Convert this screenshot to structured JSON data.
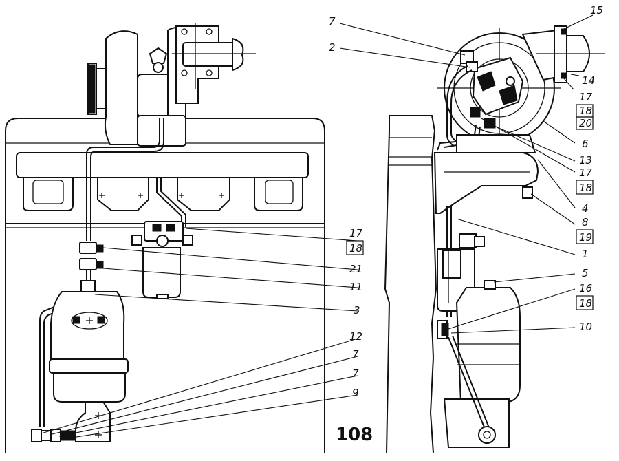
{
  "figure_number": "108",
  "left_view": {
    "callouts": [
      {
        "id": "l17",
        "text": "17"
      },
      {
        "id": "l18",
        "text": "18",
        "boxed": true
      },
      {
        "id": "l21",
        "text": "21"
      },
      {
        "id": "l11",
        "text": "11"
      },
      {
        "id": "l3",
        "text": "3"
      },
      {
        "id": "l12",
        "text": "12"
      },
      {
        "id": "l7a",
        "text": "7"
      },
      {
        "id": "l7b",
        "text": "7"
      },
      {
        "id": "l9",
        "text": "9"
      }
    ]
  },
  "right_view": {
    "callouts": [
      {
        "id": "r7",
        "text": "7"
      },
      {
        "id": "r2",
        "text": "2"
      },
      {
        "id": "r15",
        "text": "15"
      },
      {
        "id": "r14",
        "text": "14"
      },
      {
        "id": "r17a",
        "text": "17"
      },
      {
        "id": "r18a",
        "text": "18",
        "boxed": true
      },
      {
        "id": "r20",
        "text": "20",
        "boxed": true
      },
      {
        "id": "r6",
        "text": "6"
      },
      {
        "id": "r13",
        "text": "13"
      },
      {
        "id": "r17b",
        "text": "17"
      },
      {
        "id": "r18b",
        "text": "18",
        "boxed": true
      },
      {
        "id": "r4",
        "text": "4"
      },
      {
        "id": "r8",
        "text": "8"
      },
      {
        "id": "r19",
        "text": "19",
        "boxed": true
      },
      {
        "id": "r1",
        "text": "1"
      },
      {
        "id": "r5",
        "text": "5"
      },
      {
        "id": "r16",
        "text": "16"
      },
      {
        "id": "r18c",
        "text": "18",
        "boxed": true
      },
      {
        "id": "r10",
        "text": "10"
      }
    ]
  }
}
